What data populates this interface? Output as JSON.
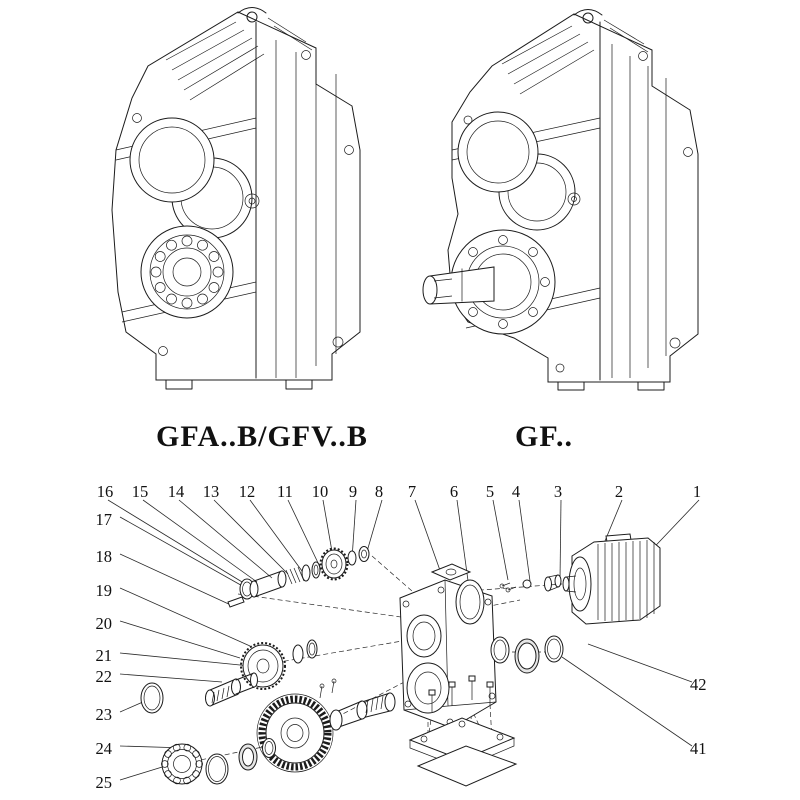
{
  "models": {
    "left_label": "GFA..B/GFV..B",
    "right_label": "GF.."
  },
  "exploded": {
    "top_numbers": [
      "16",
      "15",
      "14",
      "13",
      "12",
      "11",
      "10",
      "9",
      "8",
      "7",
      "6",
      "5",
      "4",
      "3",
      "2",
      "1"
    ],
    "left_numbers": [
      "17",
      "18",
      "19",
      "20",
      "21",
      "22",
      "23",
      "24",
      "25"
    ],
    "right_numbers": [
      "42",
      "41"
    ]
  },
  "colors": {
    "line": "#1c1c1c",
    "background": "#ffffff"
  }
}
